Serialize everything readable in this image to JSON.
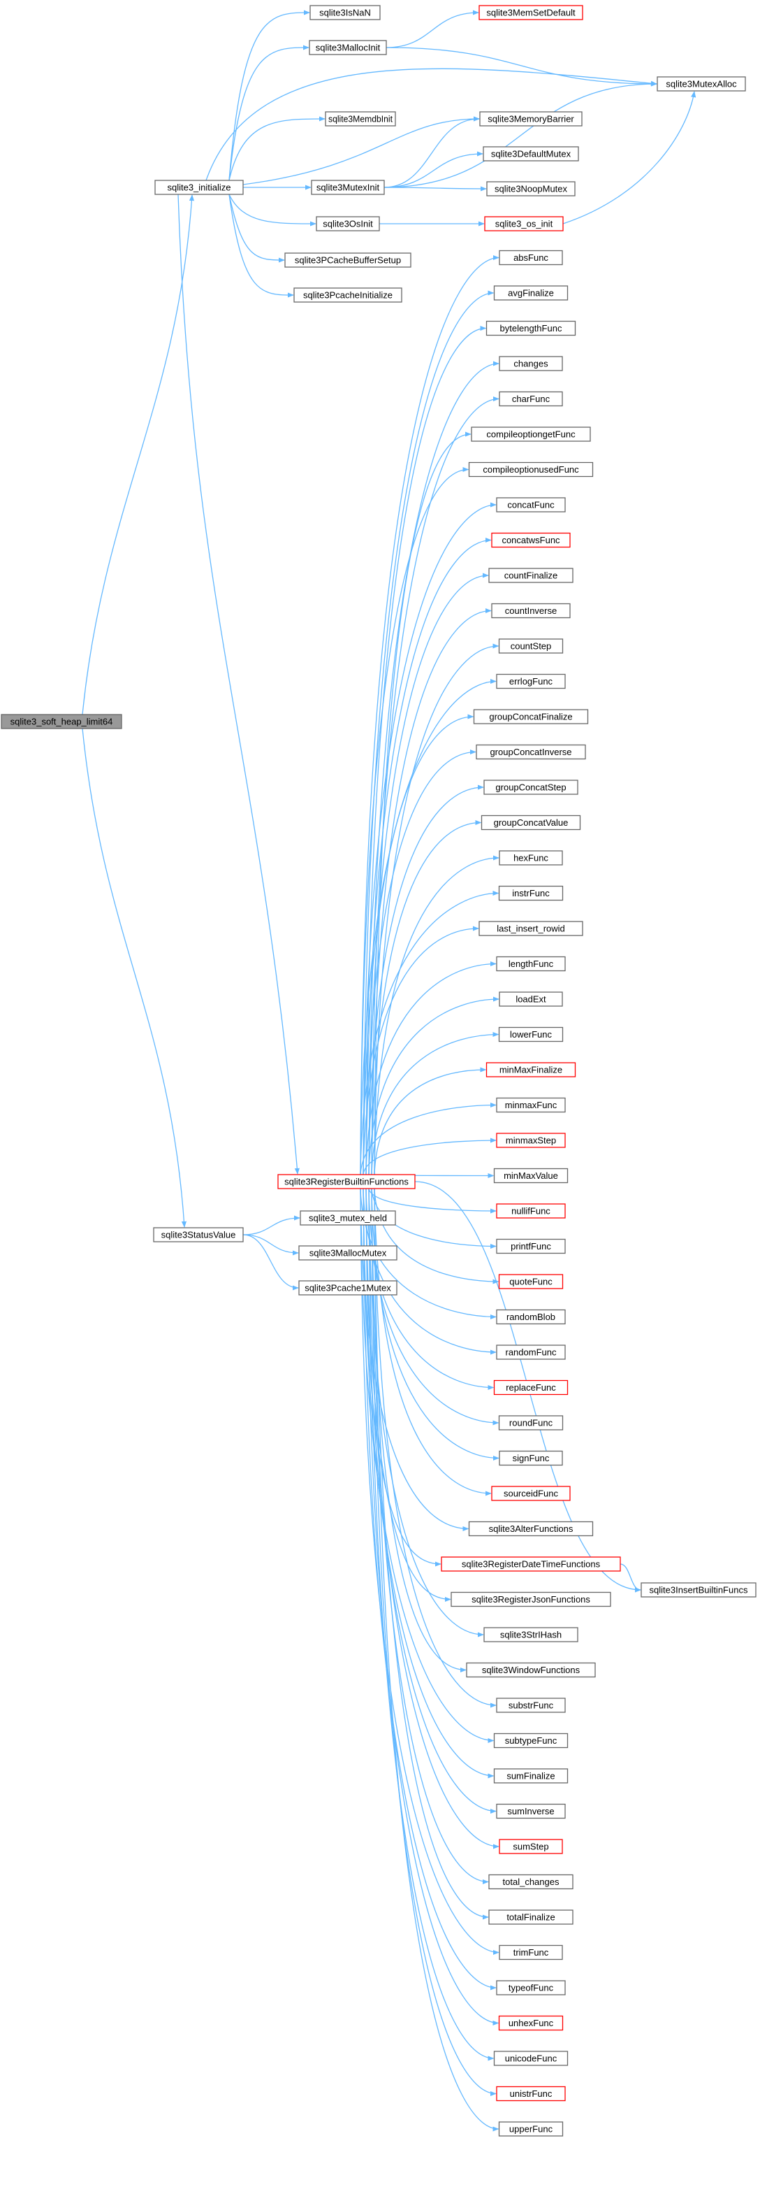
{
  "colors": {
    "edge": "#63b8ff",
    "node_border": "#666666",
    "node_border_truncated": "#ff0000",
    "node_fill": "#ffffff",
    "root_fill": "#999999"
  },
  "root": "sqlite3_soft_heap_limit64",
  "nodes": {
    "root": "sqlite3_soft_heap_limit64",
    "initialize": "sqlite3_initialize",
    "isNaN": "sqlite3IsNaN",
    "mallocInit": "sqlite3MallocInit",
    "memSetDefault": "sqlite3MemSetDefault",
    "mutexAlloc": "sqlite3MutexAlloc",
    "memdbInit": "sqlite3MemdbInit",
    "memoryBarrier": "sqlite3MemoryBarrier",
    "mutexInit": "sqlite3MutexInit",
    "defaultMutex": "sqlite3DefaultMutex",
    "noopMutex": "sqlite3NoopMutex",
    "osInit": "sqlite3OsInit",
    "osInitApi": "sqlite3_os_init",
    "pcacheBufferSetup": "sqlite3PCacheBufferSetup",
    "pcacheInitialize": "sqlite3PcacheInitialize",
    "registerBuiltin": "sqlite3RegisterBuiltinFunctions",
    "statusValue": "sqlite3StatusValue",
    "mutexHeld": "sqlite3_mutex_held",
    "mallocMutex": "sqlite3MallocMutex",
    "pcache1Mutex": "sqlite3Pcache1Mutex",
    "insertBuiltinFuncs": "sqlite3InsertBuiltinFuncs"
  },
  "builtin_functions": [
    {
      "label": "absFunc",
      "truncated": false
    },
    {
      "label": "avgFinalize",
      "truncated": false
    },
    {
      "label": "bytelengthFunc",
      "truncated": false
    },
    {
      "label": "changes",
      "truncated": false
    },
    {
      "label": "charFunc",
      "truncated": false
    },
    {
      "label": "compileoptiongetFunc",
      "truncated": false
    },
    {
      "label": "compileoptionusedFunc",
      "truncated": false
    },
    {
      "label": "concatFunc",
      "truncated": false
    },
    {
      "label": "concatwsFunc",
      "truncated": true
    },
    {
      "label": "countFinalize",
      "truncated": false
    },
    {
      "label": "countInverse",
      "truncated": false
    },
    {
      "label": "countStep",
      "truncated": false
    },
    {
      "label": "errlogFunc",
      "truncated": false
    },
    {
      "label": "groupConcatFinalize",
      "truncated": false
    },
    {
      "label": "groupConcatInverse",
      "truncated": false
    },
    {
      "label": "groupConcatStep",
      "truncated": false
    },
    {
      "label": "groupConcatValue",
      "truncated": false
    },
    {
      "label": "hexFunc",
      "truncated": false
    },
    {
      "label": "instrFunc",
      "truncated": false
    },
    {
      "label": "last_insert_rowid",
      "truncated": false
    },
    {
      "label": "lengthFunc",
      "truncated": false
    },
    {
      "label": "loadExt",
      "truncated": false
    },
    {
      "label": "lowerFunc",
      "truncated": false
    },
    {
      "label": "minMaxFinalize",
      "truncated": true
    },
    {
      "label": "minmaxFunc",
      "truncated": false
    },
    {
      "label": "minmaxStep",
      "truncated": true
    },
    {
      "label": "minMaxValue",
      "truncated": false
    },
    {
      "label": "nullifFunc",
      "truncated": true
    },
    {
      "label": "printfFunc",
      "truncated": false
    },
    {
      "label": "quoteFunc",
      "truncated": true
    },
    {
      "label": "randomBlob",
      "truncated": false
    },
    {
      "label": "randomFunc",
      "truncated": false
    },
    {
      "label": "replaceFunc",
      "truncated": true
    },
    {
      "label": "roundFunc",
      "truncated": false
    },
    {
      "label": "signFunc",
      "truncated": false
    },
    {
      "label": "sourceidFunc",
      "truncated": true
    },
    {
      "label": "sqlite3AlterFunctions",
      "truncated": false
    },
    {
      "label": "sqlite3RegisterDateTimeFunctions",
      "truncated": true
    },
    {
      "label": "sqlite3RegisterJsonFunctions",
      "truncated": false
    },
    {
      "label": "sqlite3StrIHash",
      "truncated": false
    },
    {
      "label": "sqlite3WindowFunctions",
      "truncated": false
    },
    {
      "label": "substrFunc",
      "truncated": false
    },
    {
      "label": "subtypeFunc",
      "truncated": false
    },
    {
      "label": "sumFinalize",
      "truncated": false
    },
    {
      "label": "sumInverse",
      "truncated": false
    },
    {
      "label": "sumStep",
      "truncated": true
    },
    {
      "label": "total_changes",
      "truncated": false
    },
    {
      "label": "totalFinalize",
      "truncated": false
    },
    {
      "label": "trimFunc",
      "truncated": false
    },
    {
      "label": "typeofFunc",
      "truncated": false
    },
    {
      "label": "unhexFunc",
      "truncated": true
    },
    {
      "label": "unicodeFunc",
      "truncated": false
    },
    {
      "label": "unistrFunc",
      "truncated": true
    },
    {
      "label": "upperFunc",
      "truncated": false
    }
  ]
}
